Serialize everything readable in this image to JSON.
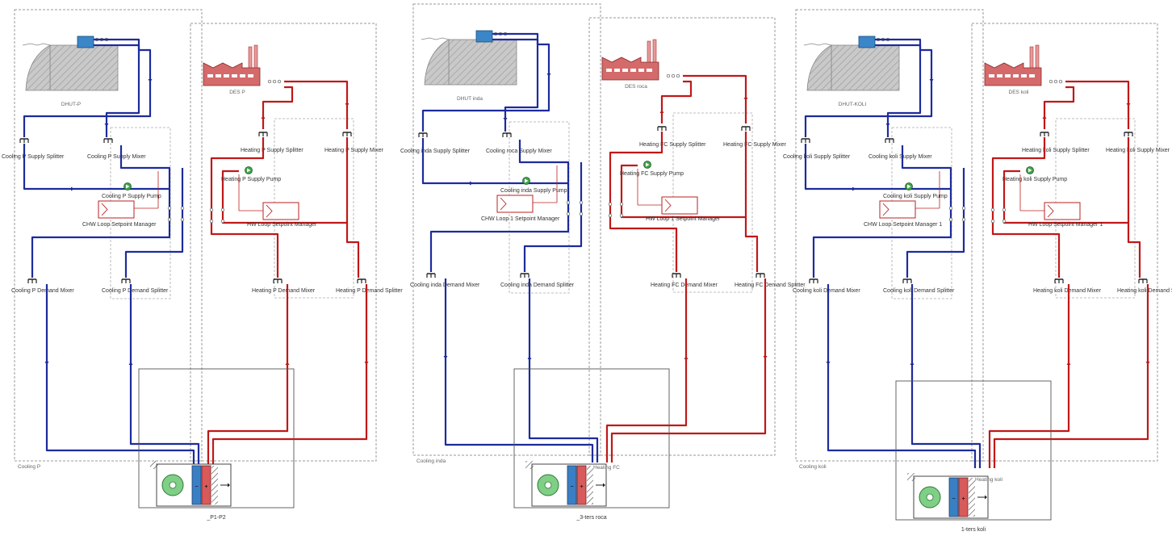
{
  "colors": {
    "chilled_loop": "#1d2b9c",
    "hot_loop": "#c01818",
    "dashed_box": "#9a9a9a",
    "building_fill": "#b7b7b7",
    "plant_fill": "#d46a6a",
    "pump_fill": "#3fa34a",
    "hp_cold": "#3a7fc4",
    "hp_hot": "#d85a5a"
  },
  "systems": [
    {
      "id": "p",
      "cooling_loop_title": "Cooling P",
      "district_cooling": "DHUT-P",
      "district_heating": "DES P",
      "cooling_supply_splitter": "Cooling P Supply Splitter",
      "cooling_supply_mixer": "Cooling P Supply Mixer",
      "cooling_supply_pump": "Cooling P Supply Pump",
      "chw_setpoint_manager": "CHW Loop Setpoint Manager",
      "cooling_demand_mixer": "Cooling P Demand Mixer",
      "cooling_demand_splitter": "Cooling P Demand Splitter",
      "heating_supply_splitter": "Heating P Supply Splitter",
      "heating_supply_mixer": "Heating P Supply Mixer",
      "heating_supply_pump": "Heating P Supply Pump",
      "hw_setpoint_manager": "HW Loop Setpoint Manager",
      "heating_demand_mixer": "Heating P Demand Mixer",
      "heating_demand_splitter": "Heating P Demand Splitter",
      "heat_pump": "_P1-P2",
      "heat_pump_side_label": ""
    },
    {
      "id": "inda",
      "cooling_loop_title": "Cooling inda",
      "district_cooling": "DHUT inda",
      "district_heating": "DES roca",
      "cooling_supply_splitter": "Cooling inda Supply Splitter",
      "cooling_supply_mixer": "Cooling roca Supply Mixer",
      "cooling_supply_pump": "Cooling inda Supply Pump",
      "chw_setpoint_manager": "CHW Loop 1 Setpoint Manager",
      "cooling_demand_mixer": "Cooling inda Demand Mixer",
      "cooling_demand_splitter": "Cooling inda Demand Splitter",
      "heating_supply_splitter": "Heating FC Supply Splitter",
      "heating_supply_mixer": "Heating FC Supply Mixer",
      "heating_supply_pump": "Heating FC Supply Pump",
      "hw_setpoint_manager": "HW Loop 1 Setpoint Manager",
      "heating_demand_mixer": "Heating FC Demand Mixer",
      "heating_demand_splitter": "Heating FC Demand Splitter",
      "heat_pump": "_3-ters roca",
      "heat_pump_side_label": "Heating FC"
    },
    {
      "id": "koli",
      "cooling_loop_title": "Cooling koli",
      "district_cooling": "DHUT-KOLI",
      "district_heating": "DES koli",
      "cooling_supply_splitter": "Cooling koli Supply Splitter",
      "cooling_supply_mixer": "Cooling koli Supply Mixer",
      "cooling_supply_pump": "Cooling koli Supply Pump",
      "chw_setpoint_manager": "CHW Loop Setpoint Manager 1",
      "cooling_demand_mixer": "Cooling koli Demand Mixer",
      "cooling_demand_splitter": "Cooling koli Demand Splitter",
      "heating_supply_splitter": "Heating koli Supply Splitter",
      "heating_supply_mixer": "Heating koli Supply Mixer",
      "heating_supply_pump": "Heating koli Supply Pump",
      "hw_setpoint_manager": "HW Loop Setpoint Manager 1",
      "heating_demand_mixer": "Heating koli Demand Mixer",
      "heating_demand_splitter": "Heating koli Demand Splitter",
      "heat_pump": "1-ters koli",
      "heat_pump_side_label": "Heating koli"
    }
  ]
}
